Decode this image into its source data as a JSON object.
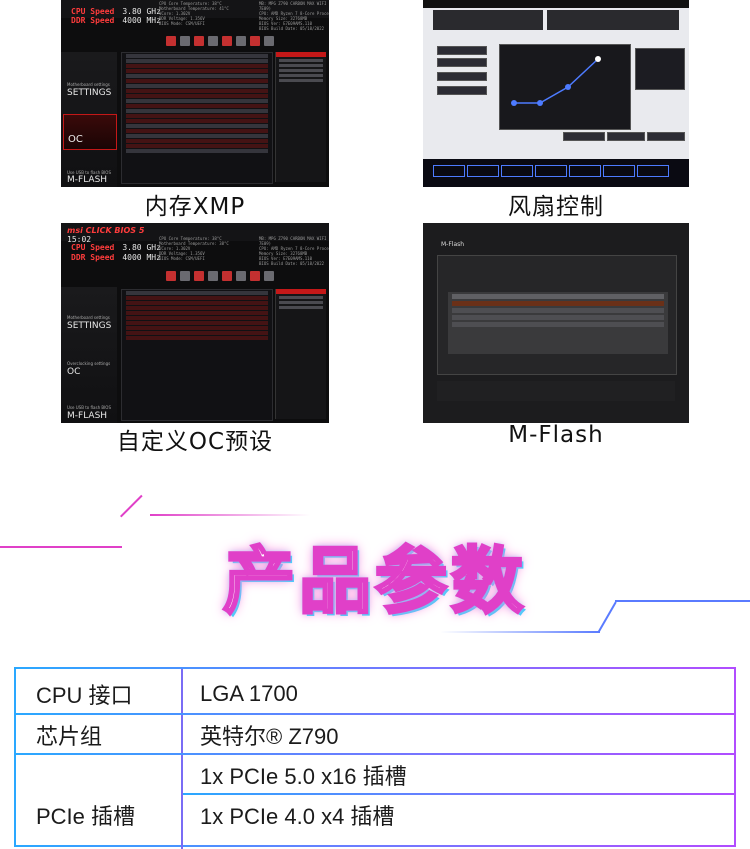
{
  "screens": [
    {
      "id": "xmp",
      "caption": "内存XMP",
      "cpu_speed_label": "CPU Speed",
      "cpu_speed_value": "3.80 GHz",
      "ddr_speed_label": "DDR Speed",
      "ddr_speed_value": "4000 MHz",
      "left_nav": [
        "Motherboard settings",
        "SETTINGS",
        "OC",
        "Use USB to flash BIOS",
        "M-FLASH"
      ]
    },
    {
      "id": "fan",
      "caption": "风扇控制"
    },
    {
      "id": "oc-profile",
      "caption": "自定义OC预设",
      "brand": "msi CLICK BIOS 5",
      "clock": "15:02",
      "cpu_speed_label": "CPU Speed",
      "cpu_speed_value": "3.80 GHz",
      "ddr_speed_label": "DDR Speed",
      "ddr_speed_value": "4000 MHz",
      "left_nav": [
        "Motherboard settings",
        "SETTINGS",
        "Overclocking settings",
        "OC",
        "Use USB to flash BIOS",
        "M-FLASH"
      ]
    },
    {
      "id": "mflash",
      "caption": "M-Flash",
      "window_title": "M-Flash"
    }
  ],
  "section_title": "产品参数",
  "specs": [
    {
      "label": "CPU 接口",
      "values": [
        "LGA 1700"
      ]
    },
    {
      "label": "芯片组",
      "values": [
        "英特尔® Z790"
      ]
    },
    {
      "label": "PCIe 插槽",
      "values": [
        "1x PCIe 5.0 x16 插槽",
        "1x PCIe 4.0 x4 插槽"
      ]
    }
  ],
  "colors": {
    "bios_red": "#c41818",
    "spec_border_start": "#2aa8ff",
    "spec_border_end": "#b14cff",
    "title_glow": "#ff6fd6"
  }
}
